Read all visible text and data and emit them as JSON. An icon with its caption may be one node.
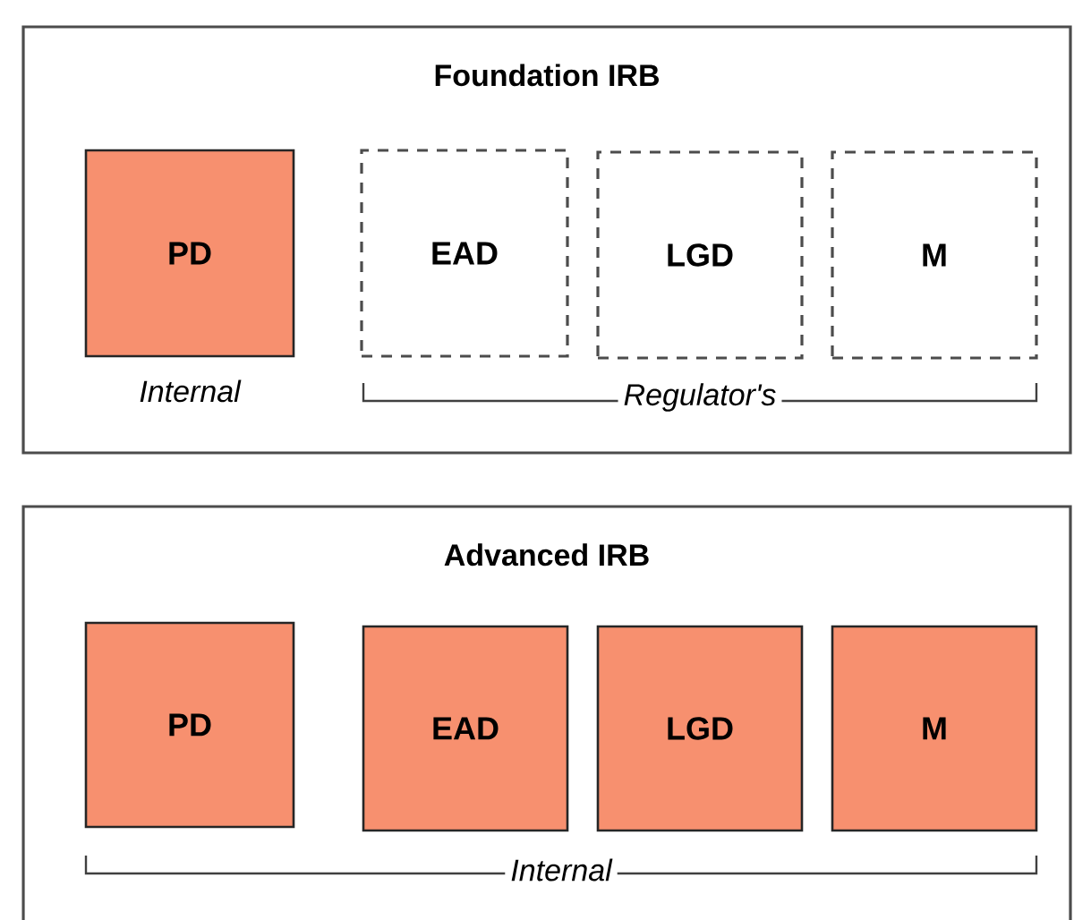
{
  "diagram": {
    "nodes": [
      {
        "text": [
          "Foundation IRB"
        ]
      },
      {
        "text": [
          "PD"
        ],
        "in": 0,
        "beside": [
          "Internal"
        ]
      },
      {
        "text": [
          "EAD"
        ],
        "in": 0
      },
      {
        "text": [
          "LGD"
        ],
        "in": 0
      },
      {
        "text": [
          "M"
        ],
        "in": 0
      },
      {
        "text": [
          "Advanced IRB"
        ]
      },
      {
        "text": [
          "PD"
        ],
        "in": 5
      },
      {
        "text": [
          "EAD"
        ],
        "in": 5
      },
      {
        "text": [
          "LGD"
        ],
        "in": 5
      },
      {
        "text": [
          "M"
        ],
        "in": 5
      }
    ],
    "labels": [
      "Regulator's",
      "Internal"
    ]
  }
}
